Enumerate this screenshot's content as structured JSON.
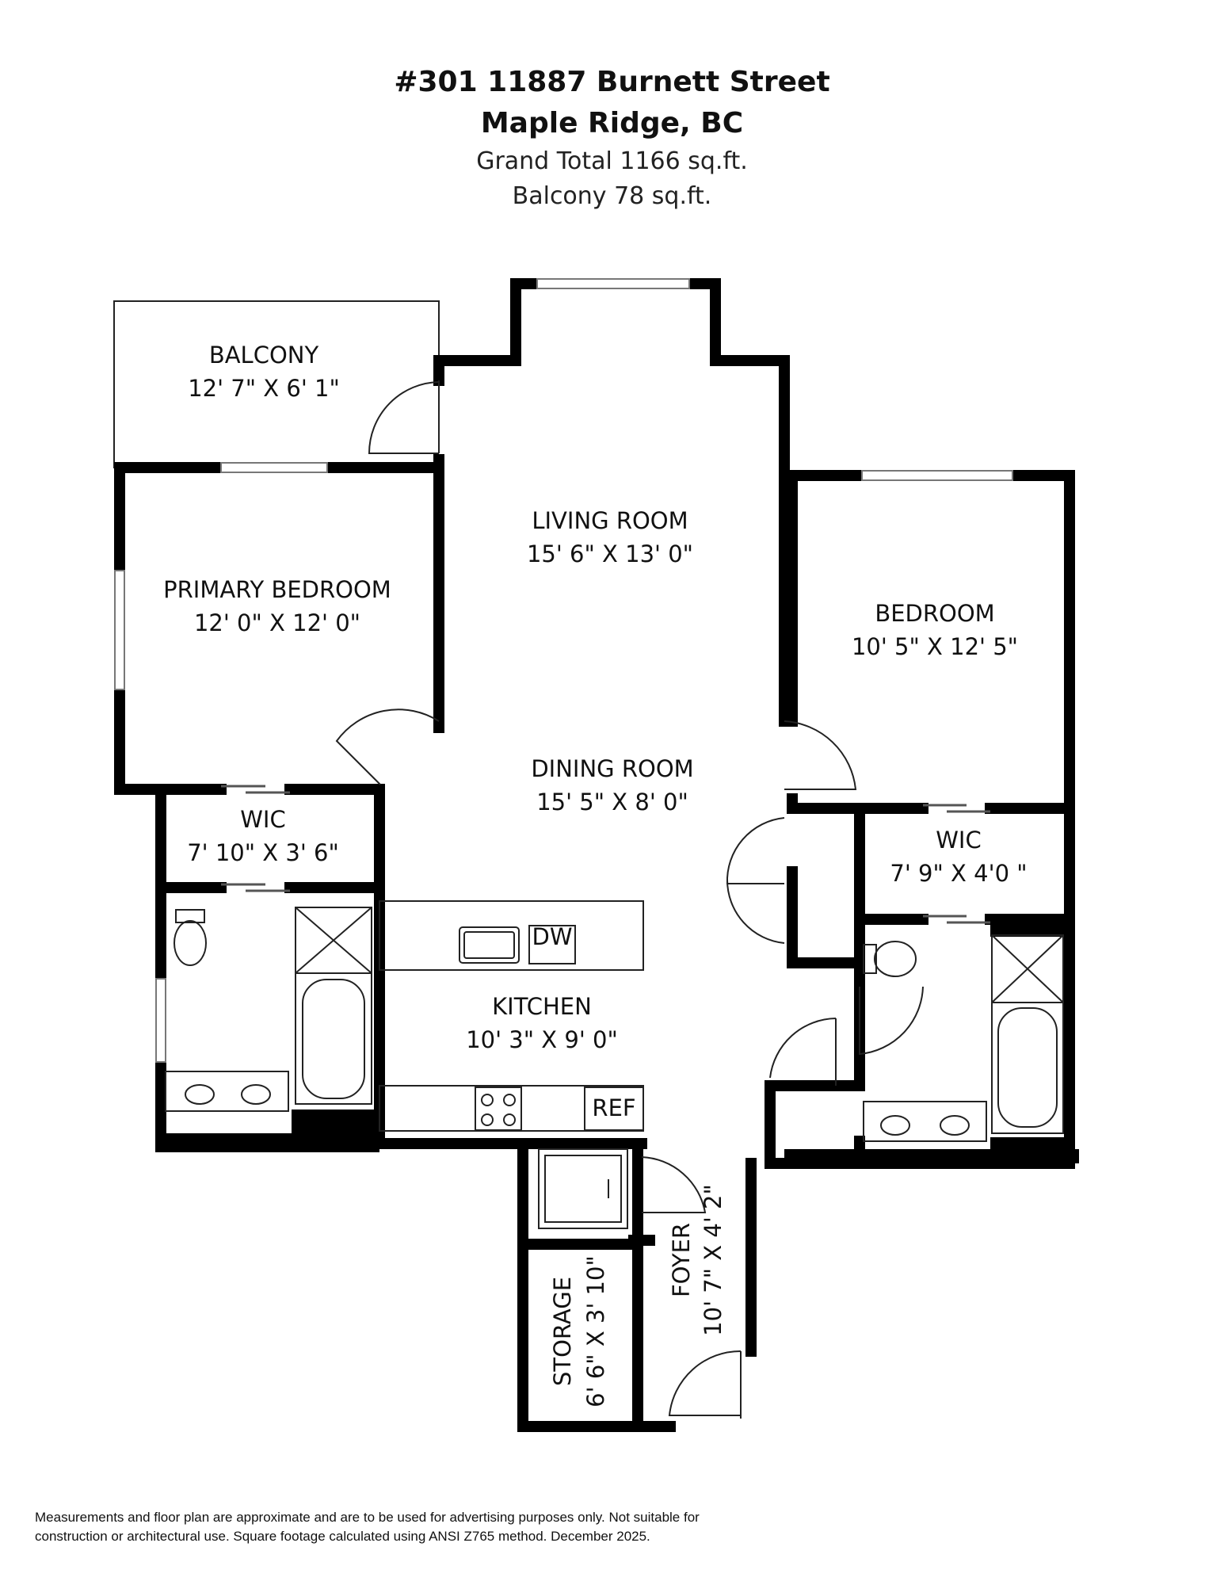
{
  "header": {
    "address_line1": "#301 11887 Burnett Street",
    "address_line2": "Maple Ridge, BC",
    "total": "Grand Total  1166 sq.ft.",
    "balcony": "Balcony 78 sq.ft."
  },
  "rooms": {
    "balcony": {
      "name": "BALCONY",
      "dims": "12' 7\" X 6' 1\""
    },
    "living": {
      "name": "LIVING ROOM",
      "dims": "15' 6\" X 13' 0\""
    },
    "primary_bedroom": {
      "name": "PRIMARY BEDROOM",
      "dims": "12' 0\" X 12' 0\""
    },
    "bedroom": {
      "name": "BEDROOM",
      "dims": "10' 5\" X 12' 5\""
    },
    "dining": {
      "name": "DINING ROOM",
      "dims": "15' 5\" X 8' 0\""
    },
    "wic_primary": {
      "name": "WIC",
      "dims": "7' 10\" X 3' 6\""
    },
    "wic_bedroom": {
      "name": "WIC",
      "dims": "7' 9\" X 4'0 \""
    },
    "kitchen": {
      "name": "KITCHEN",
      "dims": "10' 3\" X 9' 0\""
    },
    "storage": {
      "name": "STORAGE",
      "dims": "6' 6\" X 3' 10\""
    },
    "foyer": {
      "name": "FOYER",
      "dims": "10' 7\" X 4' 2\""
    }
  },
  "appliances": {
    "dishwasher": "DW",
    "fridge": "REF"
  },
  "disclaimer": {
    "line1": "Measurements and floor plan are approximate and are to be used for advertising purposes only. Not suitable for",
    "line2": "construction or architectural use. Square footage calculated using ANSI Z765 method. December 2025."
  }
}
